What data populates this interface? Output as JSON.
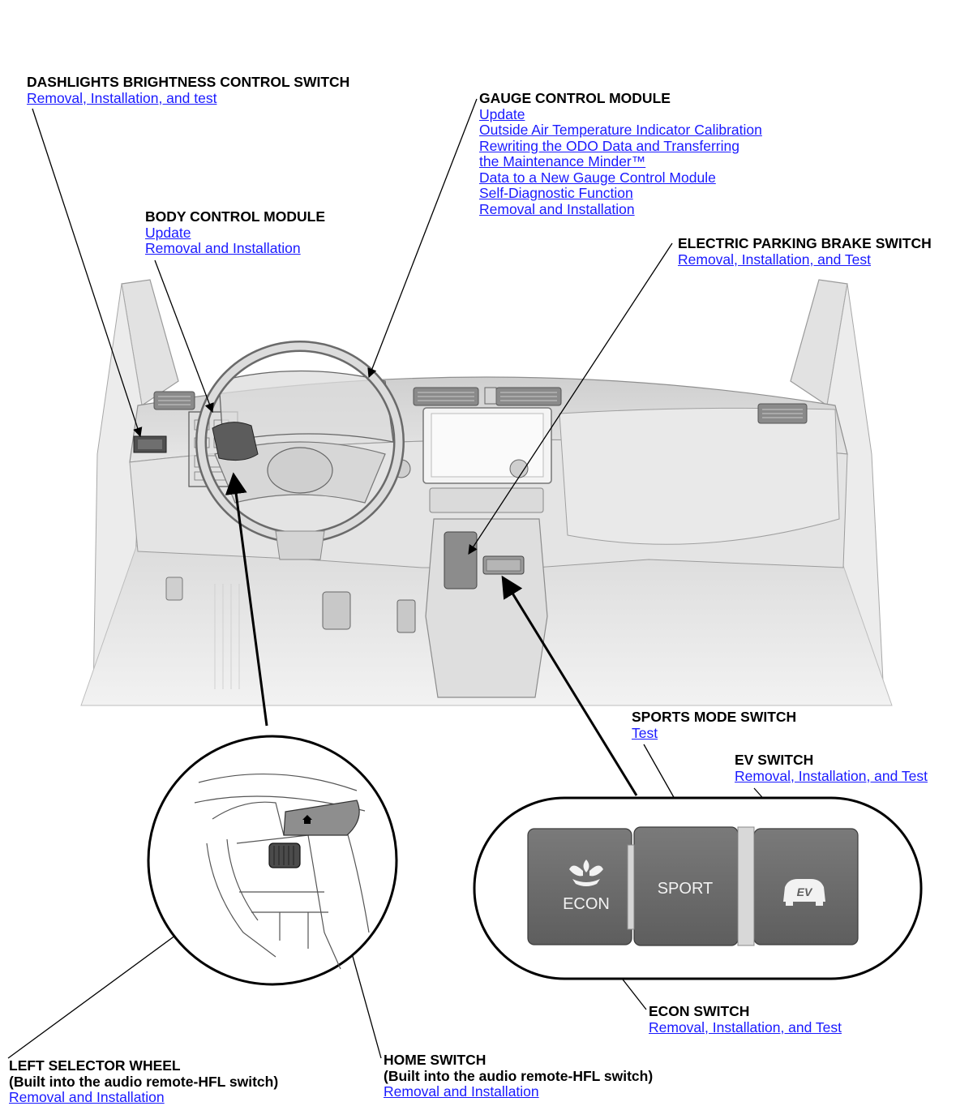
{
  "callouts": {
    "dashlights": {
      "title": "DASHLIGHTS BRIGHTNESS CONTROL SWITCH",
      "links": [
        "Removal, Installation, and test"
      ]
    },
    "gauge": {
      "title": "GAUGE CONTROL MODULE",
      "links": [
        "Update",
        "Outside Air Temperature Indicator Calibration",
        "Rewriting the ODO Data and Transferring ",
        "the Maintenance Minder™",
        "Data to a New Gauge Control Module",
        "Self-Diagnostic Function",
        "Removal and Installation"
      ]
    },
    "body_control": {
      "title": "BODY CONTROL MODULE",
      "links": [
        "Update",
        "Removal and Installation"
      ]
    },
    "parking_brake": {
      "title": "ELECTRIC PARKING BRAKE SWITCH",
      "links": [
        "Removal, Installation, and Test"
      ]
    },
    "sports_mode": {
      "title": "SPORTS MODE SWITCH",
      "links": [
        "Test"
      ]
    },
    "ev_switch": {
      "title": "EV SWITCH",
      "links": [
        "Removal, Installation, and Test"
      ]
    },
    "econ_switch": {
      "title": "ECON SWITCH",
      "links": [
        "Removal, Installation, and Test"
      ]
    },
    "left_selector": {
      "title": "LEFT SELECTOR WHEEL",
      "subtitle": "(Built into the audio remote-HFL switch)",
      "links": [
        "Removal and Installation"
      ]
    },
    "home_switch": {
      "title": "HOME SWITCH",
      "subtitle": "(Built into the audio remote-HFL switch)",
      "links": [
        "Removal and Installation"
      ]
    }
  },
  "switch_panel": {
    "econ_label": "ECON",
    "sport_label": "SPORT",
    "ev_label": "EV"
  },
  "colors": {
    "link": "#1a1aff",
    "switch_body": "#6b6b6b"
  }
}
